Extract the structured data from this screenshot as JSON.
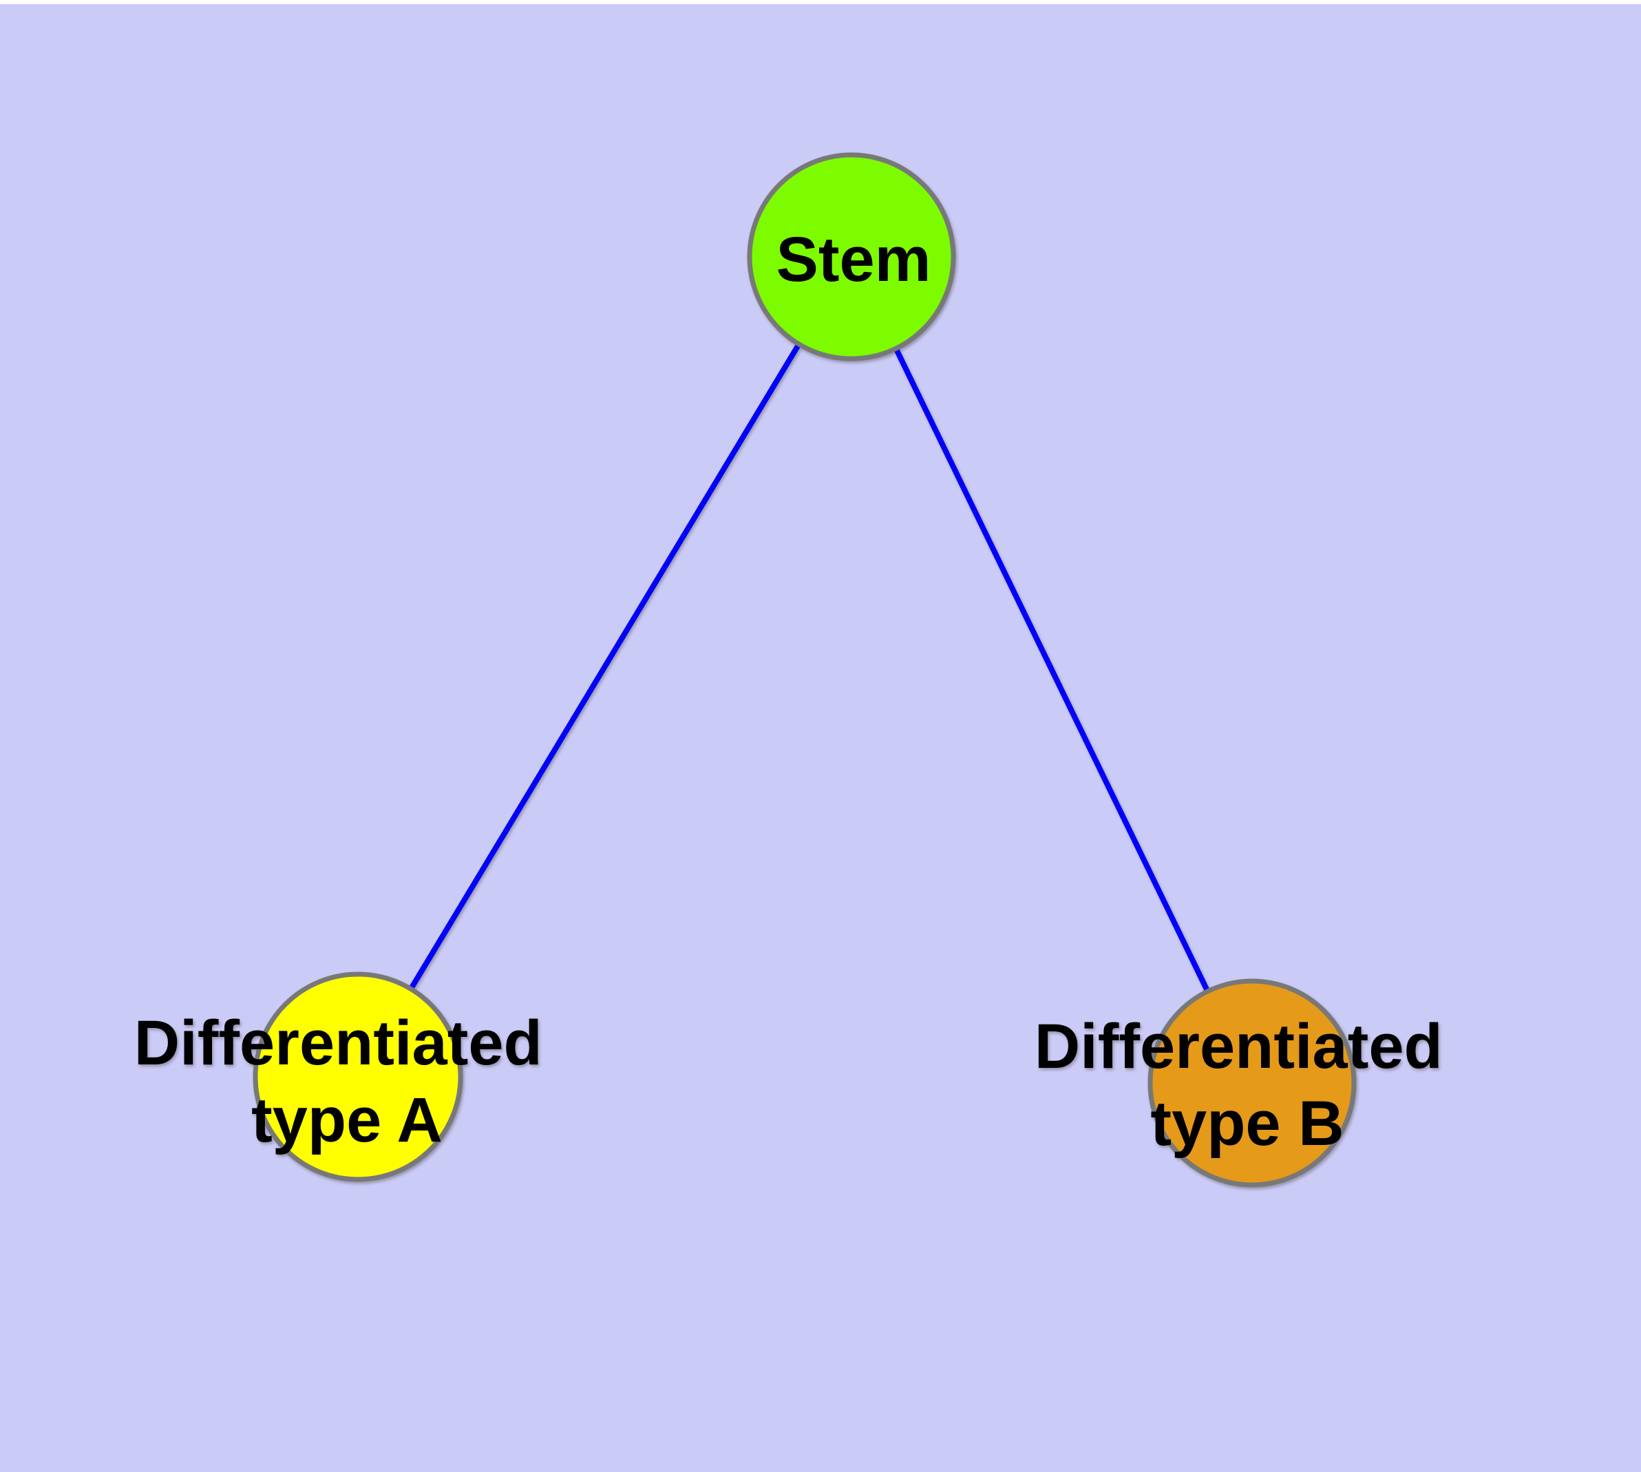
{
  "window": {
    "top_strip_color": "#FFFFFF"
  },
  "diagram": {
    "background_color": "#CBCBF7",
    "edge_color": "#0202FA",
    "node_border_color": "#787878",
    "label_color": "#000000",
    "nodes": {
      "stem": {
        "label": "Stem",
        "color": "#7DFC00"
      },
      "type_a": {
        "label": "Differentiated type A",
        "label_line1": "Differentiated",
        "label_line2": "type A",
        "color": "#FFFF00"
      },
      "type_b": {
        "label": "Differentiated type B",
        "label_line1": "Differentiated",
        "label_line2": "type B",
        "color": "#E59A1A"
      }
    },
    "edges": [
      {
        "from": "Stem",
        "to": "Differentiated type A"
      },
      {
        "from": "Stem",
        "to": "Differentiated type B"
      }
    ]
  }
}
